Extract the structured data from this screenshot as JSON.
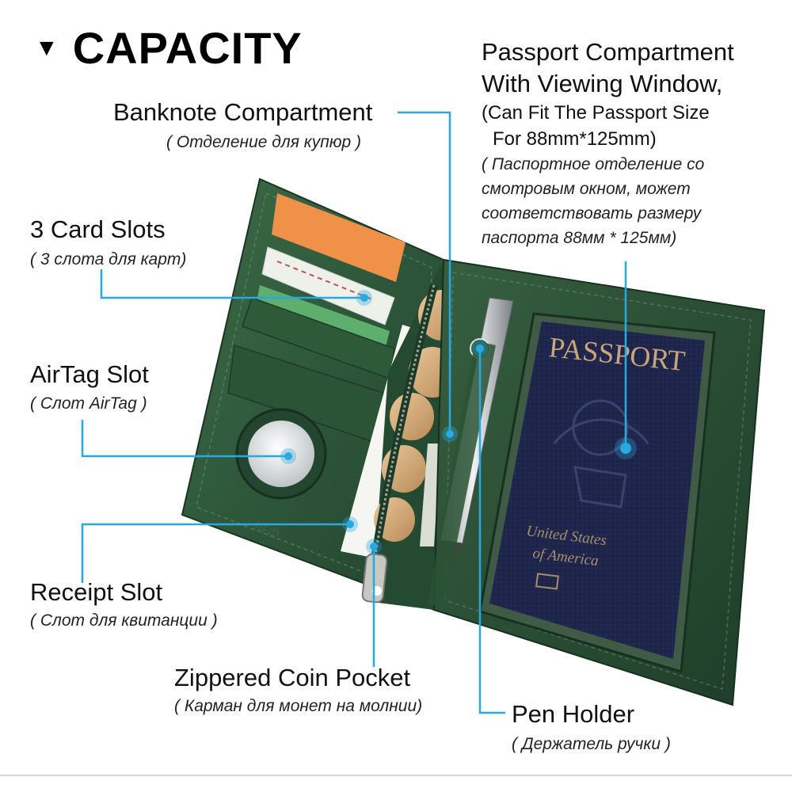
{
  "title": {
    "marker": "▼",
    "text": "CAPACITY"
  },
  "colors": {
    "accent": "#29a9e1",
    "leather": "#2f5a3a",
    "leather_dark": "#1f3f28",
    "passport": "#1c2245"
  },
  "labels": {
    "banknote": {
      "en": "Banknote Compartment",
      "ru": "( Отделение для купюр )"
    },
    "card_slots": {
      "en": "3 Card Slots",
      "ru": "( 3 слота для карт)"
    },
    "airtag": {
      "en": "AirTag Slot",
      "ru": "( Слот AirTag )"
    },
    "receipt": {
      "en": "Receipt Slot",
      "ru": "( Слот для квитанции )"
    },
    "coin": {
      "en": "Zippered Coin Pocket",
      "ru": "( Карман для монет на молнии)"
    },
    "pen": {
      "en": "Pen Holder",
      "ru": "( Держатель ручки )"
    },
    "passport": {
      "en_line1": "Passport Compartment",
      "en_line2": "With Viewing Window,",
      "en_line3": "(Can Fit The Passport Size",
      "en_line4": "For 88mm*125mm)",
      "ru_line1": "( Паспортное отделение со",
      "ru_line2": "смотровым окном, может",
      "ru_line3": "соответствовать размеру",
      "ru_line4": "паспорта 88мм * 125мм)"
    }
  },
  "photo": {
    "passport_title": "PASSPORT",
    "passport_country_line1": "United States",
    "passport_country_line2": "of America",
    "rfid_stamp": "RFID"
  }
}
